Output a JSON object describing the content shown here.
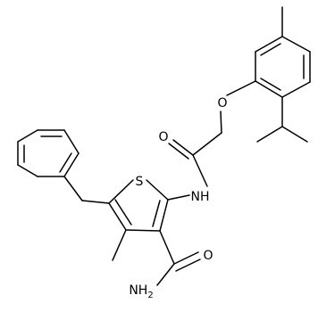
{
  "labels": {
    "sulfur": "S",
    "amide_nh": "NH",
    "amide_o": "O",
    "ether_o": "O",
    "carboxamide_o": "O",
    "carboxamide_nh2": "NH2"
  },
  "colors": {
    "bond": "#000000",
    "text": "#000000",
    "background": "#ffffff"
  }
}
